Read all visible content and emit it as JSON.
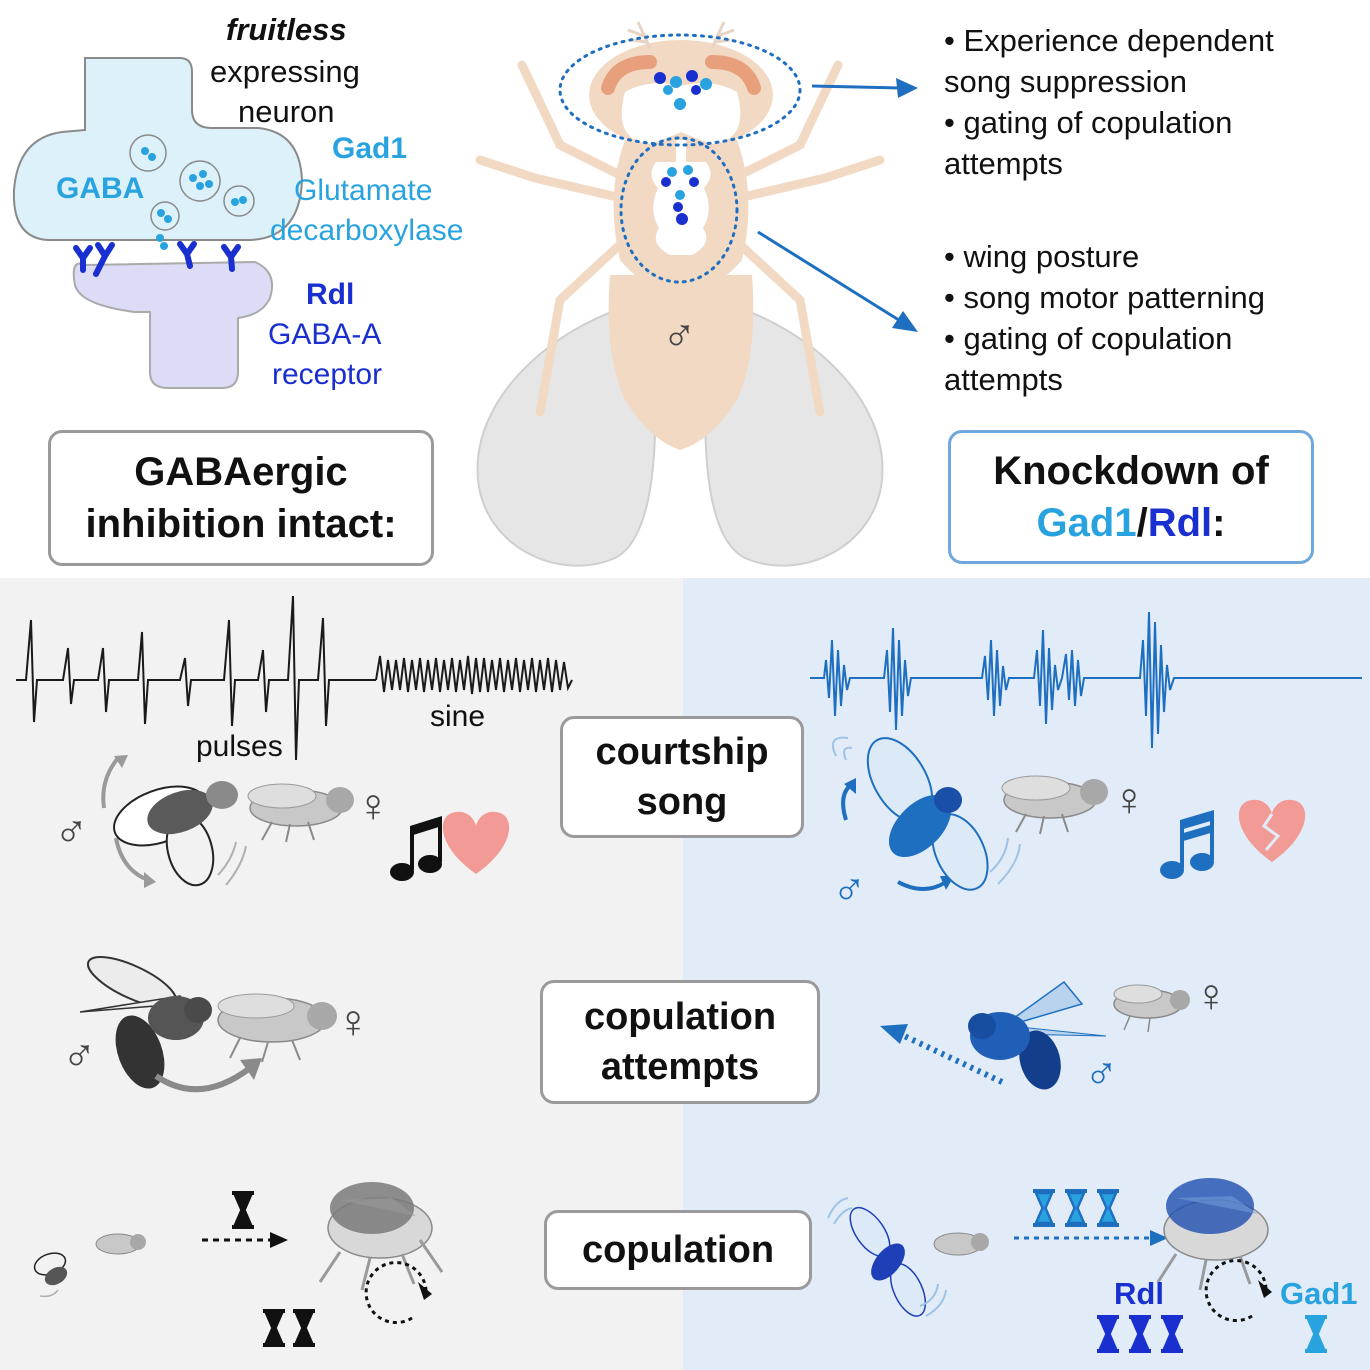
{
  "synapse": {
    "fruitless": "fruitless",
    "expressing": "expressing",
    "neuron": "neuron",
    "gaba": "GABA",
    "gad1": "Gad1",
    "glutamate": "Glutamate",
    "decarboxylase": "decarboxylase",
    "rdl": "Rdl",
    "gaba_a": "GABA-A",
    "receptor": "receptor"
  },
  "brain_effects": [
    "• Experience dependent",
    "song suppression",
    "• gating of copulation",
    "attempts"
  ],
  "vnc_effects": [
    "• wing posture",
    "• song motor patterning",
    "• gating of copulation",
    "attempts"
  ],
  "male_symbol": "♂",
  "female_symbol": "♀",
  "intact_box": {
    "line1": "GABAergic",
    "line2": "inhibition intact:"
  },
  "knockdown_box": {
    "line1": "Knockdown of",
    "gad1": "Gad1",
    "slash": "/",
    "rdl": "Rdl",
    "colon": ":"
  },
  "song_labels": {
    "sine": "sine",
    "pulses": "pulses"
  },
  "behaviors": {
    "song": {
      "line1": "courtship",
      "line2": "song"
    },
    "attempts": {
      "line1": "copulation",
      "line2": "attempts"
    },
    "copulation": {
      "line1": "copulation"
    }
  },
  "hourglass_labels": {
    "rdl": "Rdl",
    "gad1": "Gad1"
  },
  "colors": {
    "light_blue": "#29a3e0",
    "dark_blue": "#1a2fd0",
    "knockdown_blue": "#1f6fc0",
    "left_panel": "#f2f2f2",
    "right_panel": "#e1ecf8",
    "fly_body": "#f2d9c4",
    "heart": "#f29a96"
  }
}
